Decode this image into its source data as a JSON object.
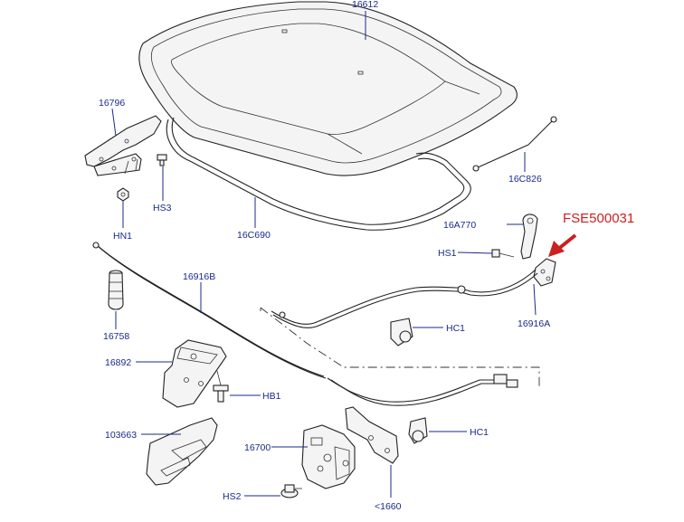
{
  "diagram": {
    "callout": {
      "text": "FSE500031",
      "color": "#cc1f1f"
    },
    "label_color": "#1a2a8a",
    "labels": {
      "hood_panel": "16612",
      "hinge": "16796",
      "hinge_screw": "HS3",
      "hinge_nut": "HN1",
      "hood_seal": "16C690",
      "gas_strut": "16C826",
      "release_handle": "16A770",
      "handle_screw": "HS1",
      "handle_bracket": "16916A",
      "release_cable": "16916B",
      "bump_stop": "16758",
      "secondary_latch": "16892",
      "latch_bolt": "HB1",
      "latch_cover": "103663",
      "cable_clip_upper": "HC1",
      "cable_clip_lower": "HC1",
      "latch": "16700",
      "latch_screw": "HS2",
      "latch_bracket": "<1660"
    }
  }
}
